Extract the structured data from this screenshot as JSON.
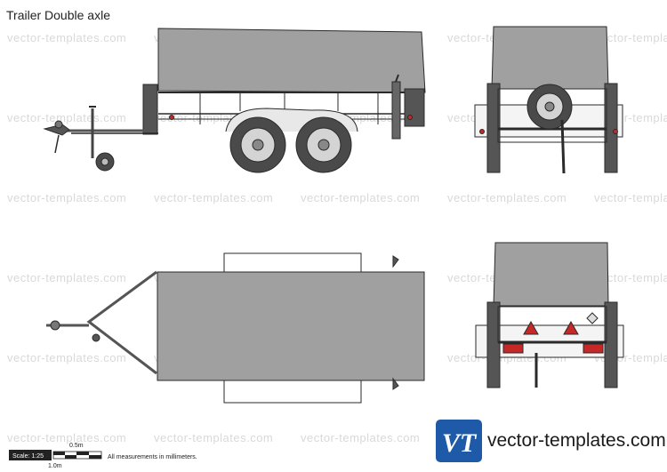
{
  "title": "Trailer Double axle",
  "watermark": "vector-templates.com",
  "scale": {
    "label": "Scale: 1:25",
    "half_meter": "0.5m",
    "one_meter": "1.0m"
  },
  "note": "All measurements in millimeters.",
  "brand": {
    "logo_letters": "VT",
    "site": "vector-templates.com",
    "color": "#1e5aa8"
  },
  "colors": {
    "tarp": "#a0a0a0",
    "frame": "#595959",
    "tire": "#4a4a4a",
    "light_red": "#c62828",
    "outline": "#2a2a2a"
  }
}
